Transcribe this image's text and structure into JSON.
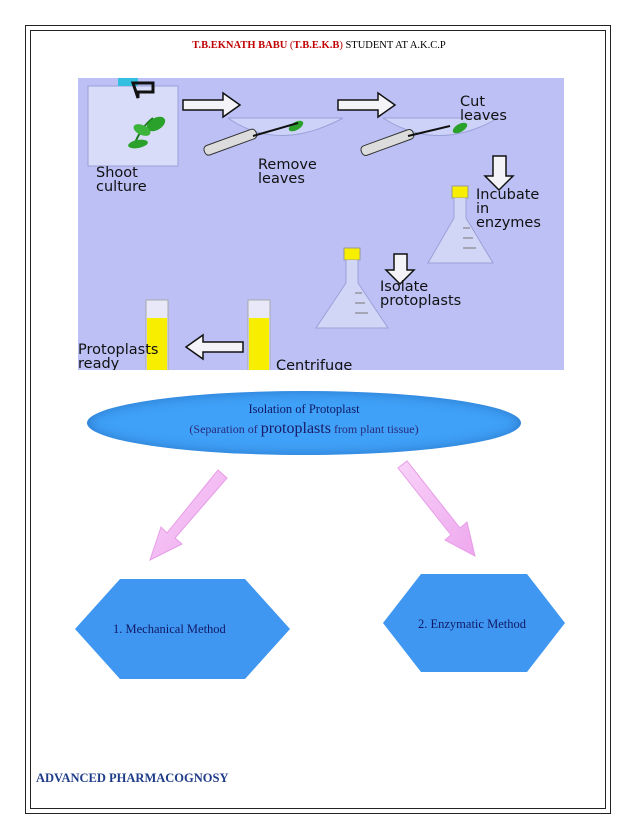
{
  "header": {
    "author": "T.B.EKNATH BABU",
    "open": "(",
    "initials": "T.B.E.K.B",
    "close": ")",
    "rest": " STUDENT AT A.K.C.P"
  },
  "diagram": {
    "steps": {
      "shoot_culture": [
        "Shoot",
        "culture"
      ],
      "remove_leaves": [
        "Remove",
        "leaves"
      ],
      "cut_leaves": [
        "Cut",
        "leaves"
      ],
      "incubate": [
        "Incubate",
        "in",
        "enzymes"
      ],
      "isolate": [
        "Isolate",
        "protoplasts"
      ],
      "centrifuge": [
        "Centrifuge"
      ],
      "ready": [
        "Protoplasts",
        "ready"
      ]
    }
  },
  "central": {
    "title": "Isolation of Protoplast",
    "sub_before": "(Separation of ",
    "sub_highlight": "protoplasts",
    "sub_after": " from plant tissue)"
  },
  "methods": [
    {
      "number": "1.",
      "label": "Mechanical Method"
    },
    {
      "number": "2.",
      "label": "Enzymatic Method"
    }
  ],
  "colors": {
    "panel_bg": "#bcc0f5",
    "ellipse": "#3fa1f7",
    "hexagon": "#3f97f2",
    "arrow_pink": "#f2b6f2",
    "tube_yellow": "#f7ee00",
    "leaf_green": "#2aa12a",
    "footer_blue": "#1f3c88"
  },
  "footer": {
    "text": "ADVANCED PHARMACOGNOSY"
  }
}
